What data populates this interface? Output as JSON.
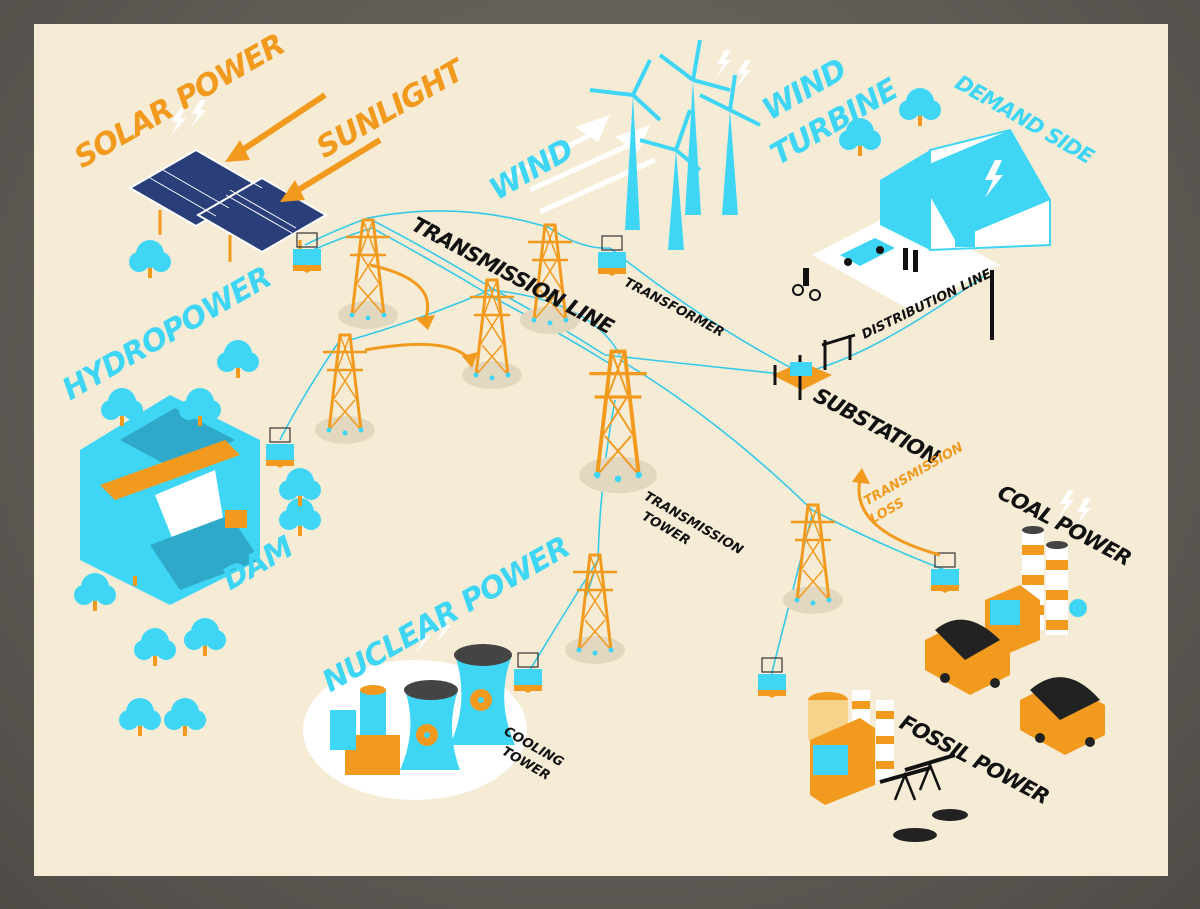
{
  "labels": {
    "solar_power": "SOLAR POWER",
    "sunlight": "SUNLIGHT",
    "wind": "WIND",
    "wind_turbine_1": "WIND",
    "wind_turbine_2": "TURBINE",
    "demand_side": "DEMAND SIDE",
    "hydropower": "HYDROPOWER",
    "transmission_line": "TRANSMISSION LINE",
    "transformer": "TRANSFORMER",
    "distribution_line": "DISTRIBUTION LINE",
    "substation": "SUBSTATION",
    "transmission_loss_1": "TRANSMISSION",
    "transmission_loss_2": "LOSS",
    "transmission_tower_1": "TRANSMISSION",
    "transmission_tower_2": "TOWER",
    "coal_power": "COAL POWER",
    "dam": "DAM",
    "nuclear_power": "NUCLEAR POWER",
    "cooling_tower_1": "COOLING",
    "cooling_tower_2": "TOWER",
    "fossil_power": "FOSSIL POWER"
  },
  "colors": {
    "background": "#f6ecd6",
    "accent_orange": "#f29a1e",
    "accent_cyan": "#3fd6f5",
    "line_cyan": "#35c9e8",
    "text_dark": "#111111",
    "panel_blue": "#2a3f7a"
  },
  "icons": [
    "sun-panel-icon",
    "wind-turbine-icon",
    "house-icon",
    "car-icon",
    "bicycle-icon",
    "transmission-tower-icon",
    "transformer-icon",
    "substation-icon",
    "dam-icon",
    "cooling-tower-icon",
    "radiation-icon",
    "coal-truck-icon",
    "chimney-icon",
    "oil-pump-icon",
    "tree-icon",
    "lightning-icon"
  ]
}
